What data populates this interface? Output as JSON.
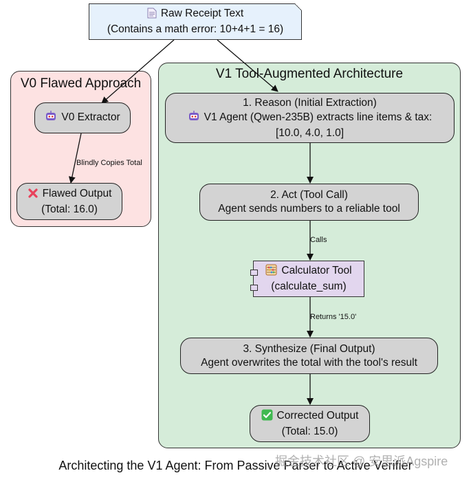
{
  "nodes": {
    "raw": {
      "icon": "document-icon",
      "line1": "Raw Receipt Text",
      "line2": "(Contains a math error: 10+4+1 = 16)"
    },
    "v0_extractor": {
      "icon": "robot-icon",
      "label": "V0 Extractor"
    },
    "flawed_output": {
      "icon": "red-x-icon",
      "line1": "Flawed Output",
      "line2": "(Total: 16.0)"
    },
    "reason": {
      "icon": "robot-icon",
      "line1": "1. Reason (Initial Extraction)",
      "line2": "V1 Agent (Qwen-235B) extracts line items & tax:",
      "line3": "[10.0, 4.0, 1.0]"
    },
    "act": {
      "line1": "2. Act (Tool Call)",
      "line2": "Agent sends numbers to a reliable tool"
    },
    "calculator": {
      "icon": "abacus-icon",
      "line1": "Calculator Tool",
      "line2": "(calculate_sum)"
    },
    "synthesize": {
      "line1": "3. Synthesize (Final Output)",
      "line2": "Agent overwrites the total with the tool's result"
    },
    "corrected": {
      "icon": "green-check-icon",
      "line1": "Corrected Output",
      "line2": "(Total: 15.0)"
    }
  },
  "clusters": {
    "v0": {
      "title": "V0 Flawed Approach"
    },
    "v1": {
      "title": "V1 Tool-Augmented Architecture"
    }
  },
  "edge_labels": {
    "copies": "Blindly Copies Total",
    "calls": "Calls",
    "returns": "Returns '15.0'"
  },
  "caption": "Architecting the V1 Agent: From Passive Parser to Active Verifier",
  "watermark": "掘金技术社区 @ 安思派Agspire",
  "colors": {
    "v0_cluster_fill": "#fde2e2",
    "v1_cluster_fill": "#d5ecd9",
    "node_fill": "#d3d3d3",
    "note_fill": "#e6f1fc",
    "component_fill": "#e2d6ee"
  }
}
